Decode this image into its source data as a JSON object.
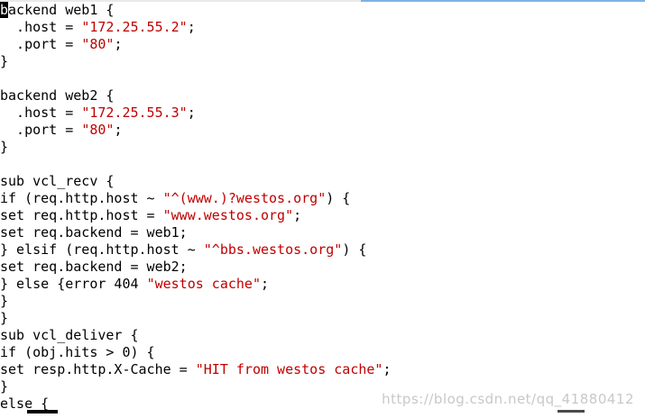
{
  "colors": {
    "background": "#ffffff",
    "code_text": "#000000",
    "string_literal": "#c00000",
    "cursor": "#000000",
    "watermark": "#c8c8c8"
  },
  "editor": {
    "cursor_char": "b",
    "lines": [
      [
        {
          "t": "acKend",
          "k": "plain"
        }
      ],
      [
        {
          "t": "  .host = ",
          "k": "plain"
        },
        {
          "t": "\"172.25.55.2\"",
          "k": "str"
        },
        {
          "t": ";",
          "k": "plain"
        }
      ],
      [
        {
          "t": "  .port = ",
          "k": "plain"
        },
        {
          "t": "\"80\"",
          "k": "str"
        },
        {
          "t": ";",
          "k": "plain"
        }
      ],
      [
        {
          "t": "}",
          "k": "plain"
        }
      ],
      [
        {
          "t": "",
          "k": "plain"
        }
      ],
      [
        {
          "t": "backend web2 {",
          "k": "plain"
        }
      ],
      [
        {
          "t": "  .host = ",
          "k": "plain"
        },
        {
          "t": "\"172.25.55.3\"",
          "k": "str"
        },
        {
          "t": ";",
          "k": "plain"
        }
      ],
      [
        {
          "t": "  .port = ",
          "k": "plain"
        },
        {
          "t": "\"80\"",
          "k": "str"
        },
        {
          "t": ";",
          "k": "plain"
        }
      ],
      [
        {
          "t": "}",
          "k": "plain"
        }
      ],
      [
        {
          "t": "",
          "k": "plain"
        }
      ],
      [
        {
          "t": "sub vcl_recv {",
          "k": "plain"
        }
      ],
      [
        {
          "t": "if (req.http.host ~ ",
          "k": "plain"
        },
        {
          "t": "\"^(www.)?westos.org\"",
          "k": "str"
        },
        {
          "t": ") {",
          "k": "plain"
        }
      ],
      [
        {
          "t": "set req.http.host = ",
          "k": "plain"
        },
        {
          "t": "\"www.westos.org\"",
          "k": "str"
        },
        {
          "t": ";",
          "k": "plain"
        }
      ],
      [
        {
          "t": "set req.backend = web1;",
          "k": "plain"
        }
      ],
      [
        {
          "t": "} elsif (req.http.host ~ ",
          "k": "plain"
        },
        {
          "t": "\"^bbs.westos.org\"",
          "k": "str"
        },
        {
          "t": ") {",
          "k": "plain"
        }
      ],
      [
        {
          "t": "set req.backend = web2;",
          "k": "plain"
        }
      ],
      [
        {
          "t": "} else {error 404 ",
          "k": "plain"
        },
        {
          "t": "\"westos cache\"",
          "k": "str"
        },
        {
          "t": ";",
          "k": "plain"
        }
      ],
      [
        {
          "t": "}",
          "k": "plain"
        }
      ],
      [
        {
          "t": "}",
          "k": "plain"
        }
      ],
      [
        {
          "t": "sub vcl_deliver {",
          "k": "plain"
        }
      ],
      [
        {
          "t": "if (obj.hits > 0) {",
          "k": "plain"
        }
      ],
      [
        {
          "t": "set resp.http.X-Cache = ",
          "k": "plain"
        },
        {
          "t": "\"HIT from westos cache\"",
          "k": "str"
        },
        {
          "t": ";",
          "k": "plain"
        }
      ],
      [
        {
          "t": "}",
          "k": "plain"
        }
      ],
      [
        {
          "t": "else {",
          "k": "plain"
        }
      ]
    ],
    "first_line_rest": "ackend web1 {"
  },
  "watermark": {
    "text": "https://blog.csdn.net/qq_41880412"
  }
}
